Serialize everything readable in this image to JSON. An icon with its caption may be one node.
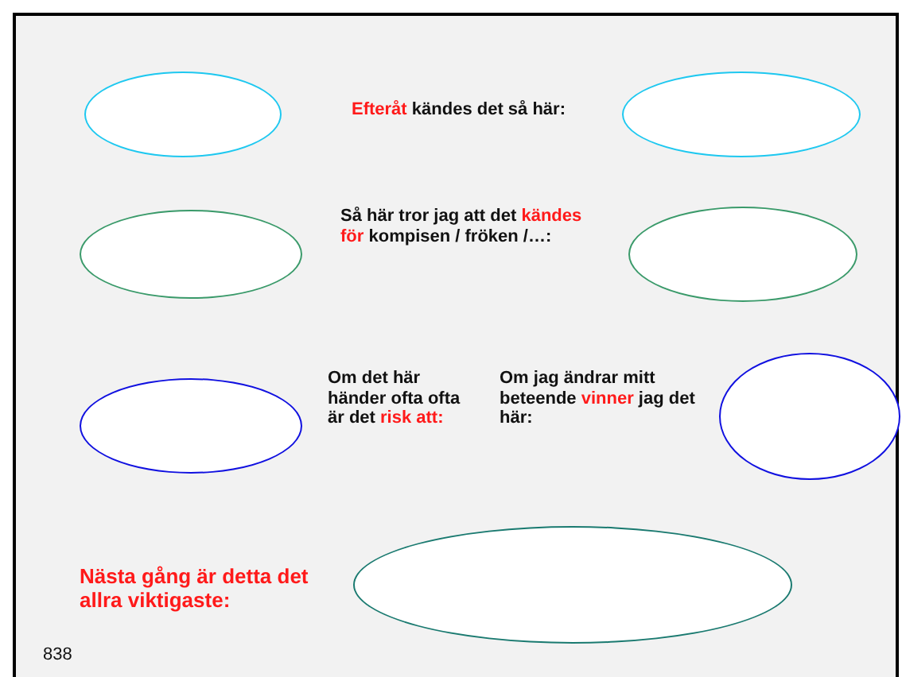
{
  "diagram": {
    "nodes": [
      {
        "text": [],
        "shape": "ellipse"
      },
      {
        "text": [],
        "shape": "ellipse"
      },
      {
        "text": [],
        "shape": "ellipse"
      },
      {
        "text": [],
        "shape": "ellipse"
      },
      {
        "text": [],
        "shape": "ellipse"
      },
      {
        "text": [],
        "shape": "ellipse"
      },
      {
        "text": [],
        "shape": "ellipse"
      }
    ],
    "labels": [
      "**Efteråt** kändes det så här:",
      "Så här tror jag att det **kändes för** kompisen / fröken /…:",
      "Om det här händer ofta ofta är det **risk att:**",
      "Om jag ändrar mitt beteende **vinner** jag det här:",
      "Nästa gång är detta det allra viktigaste:",
      "838"
    ]
  }
}
